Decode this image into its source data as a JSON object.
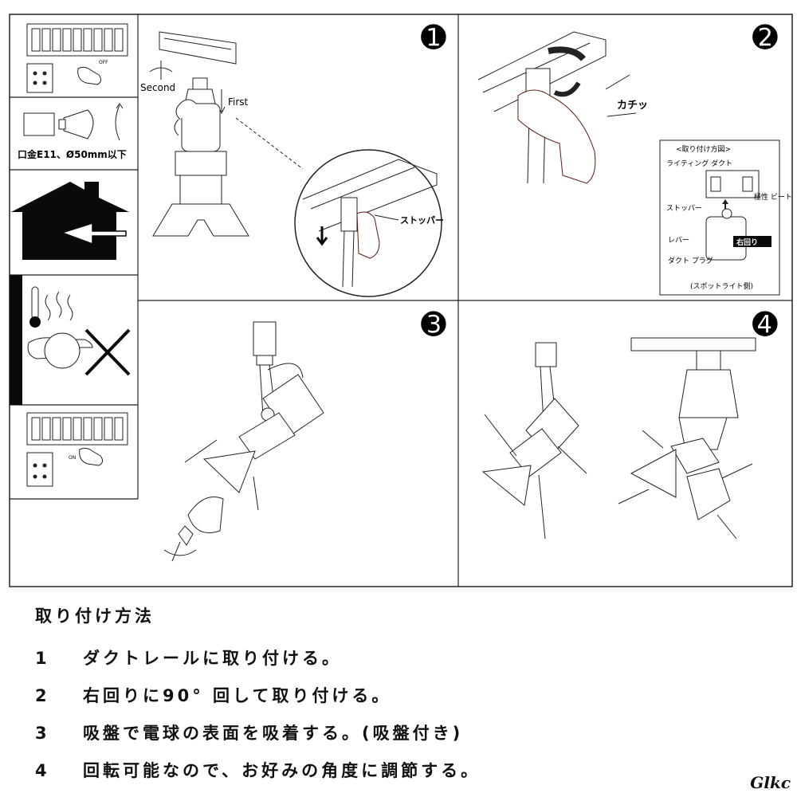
{
  "sidebar": {
    "base_spec": "口金E11、Ø50mm以下",
    "off_label": "OFF",
    "on_label": "ON"
  },
  "panel1": {
    "badge": "➊",
    "second_label": "Second",
    "first_label": "First",
    "stopper_label": "ストッパー"
  },
  "panel2": {
    "badge": "➋",
    "click_sound": "カチッ",
    "inset_title": "<取り付け方図>",
    "inset_duct": "ライティング\nダクト",
    "inset_polarity": "極性\nビート",
    "inset_stopper": "ストッパー",
    "inset_rotate": "右回り",
    "inset_lever": "レバー",
    "inset_plug": "ダクト\nプラグ",
    "inset_side": "(スポットライト側)"
  },
  "panel3": {
    "badge": "➌"
  },
  "panel4": {
    "badge": "➍"
  },
  "instructions": {
    "title": "取り付け方法",
    "steps": [
      {
        "num": "1",
        "text": "ダクトレールに取り付ける。"
      },
      {
        "num": "2",
        "text": "右回りに90° 回して取り付ける。"
      },
      {
        "num": "3",
        "text": "吸盤で電球の表面を吸着する。(吸盤付き)"
      },
      {
        "num": "4",
        "text": "回転可能なので、お好みの角度に調節する。"
      }
    ]
  },
  "signature": "Glkc"
}
